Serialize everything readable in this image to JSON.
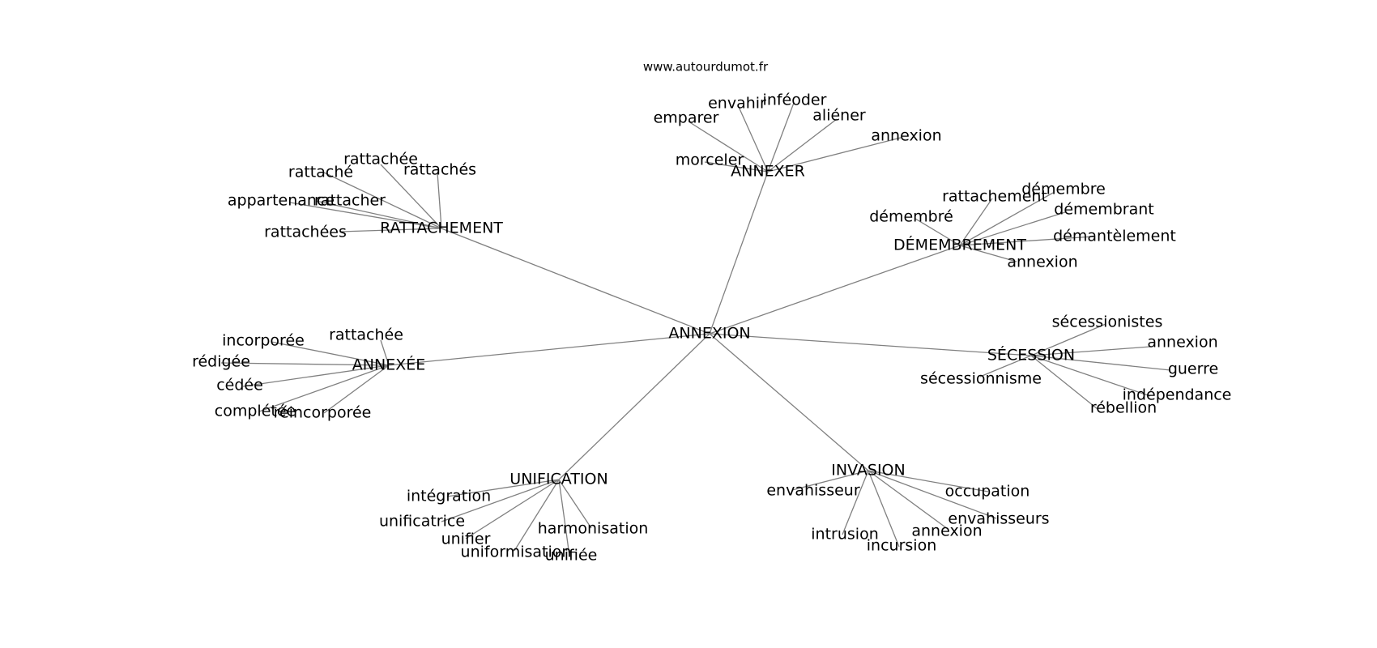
{
  "credit": "www.autourdumot.fr",
  "graph": {
    "center": "ANNEXION",
    "hubs": [
      {
        "label": "RATTACHEMENT",
        "leaves": [
          "rattachée",
          "rattachés",
          "rattaché",
          "appartenance",
          "rattacher",
          "rattachées"
        ]
      },
      {
        "label": "ANNEXER",
        "leaves": [
          "envahir",
          "inféoder",
          "emparer",
          "aliéner",
          "annexion",
          "morceler"
        ]
      },
      {
        "label": "DÉMEMBREMENT",
        "leaves": [
          "démembre",
          "rattachement",
          "démembrant",
          "démembré",
          "démantèlement",
          "annexion"
        ]
      },
      {
        "label": "ANNEXÉE",
        "leaves": [
          "incorporée",
          "rattachée",
          "rédigée",
          "cédée",
          "complétée",
          "réincorporée"
        ]
      },
      {
        "label": "SÉCESSION",
        "leaves": [
          "sécessionistes",
          "annexion",
          "guerre",
          "sécessionnisme",
          "indépendance",
          "rébellion"
        ]
      },
      {
        "label": "UNIFICATION",
        "leaves": [
          "intégration",
          "unificatrice",
          "unifier",
          "harmonisation",
          "uniformisation",
          "unifiée"
        ]
      },
      {
        "label": "INVASION",
        "leaves": [
          "envahisseur",
          "occupation",
          "envahisseurs",
          "intrusion",
          "annexion",
          "incursion"
        ]
      }
    ]
  }
}
